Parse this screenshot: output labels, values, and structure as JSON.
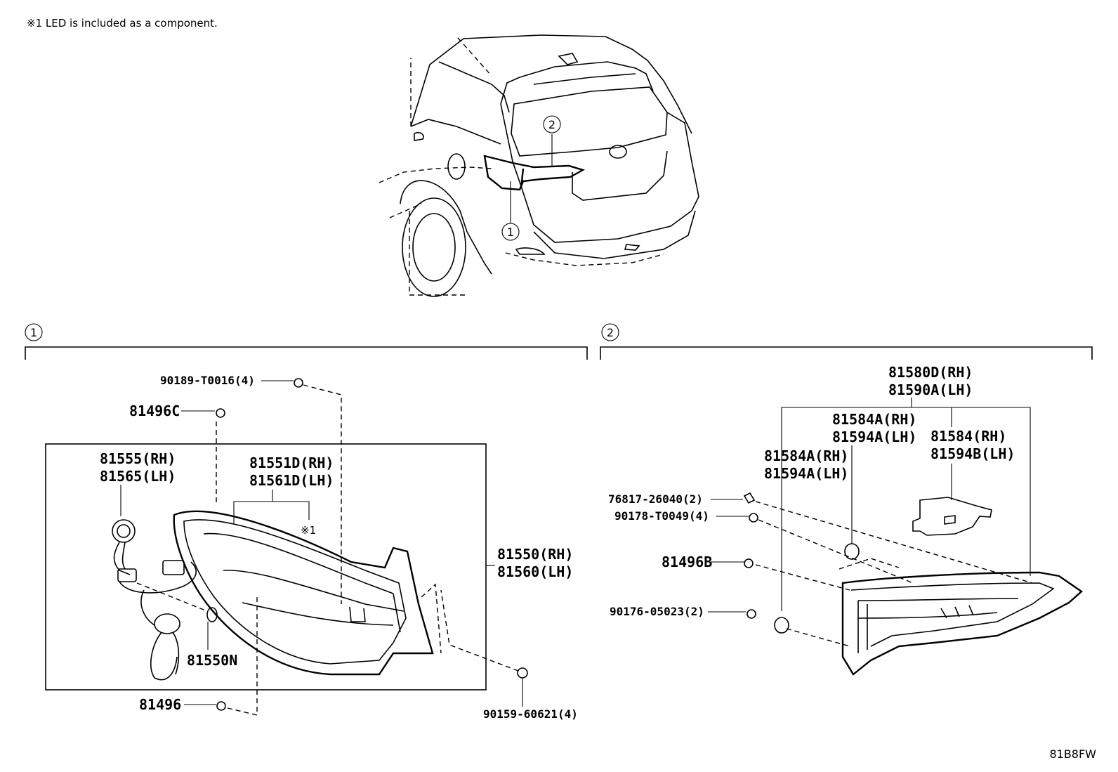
{
  "note": "※1 LED is included as a component.",
  "diagram_code": "81B8FW",
  "callouts": [
    "1",
    "2",
    "1",
    "2"
  ],
  "note_marker": "※1",
  "parts": {
    "p90189": "90189-T0016(4)",
    "p81496c": "81496C",
    "p81555": "81555(RH)",
    "p81565": "81565(LH)",
    "p81551d": "81551D(RH)",
    "p81561d": "81561D(LH)",
    "p81550": "81550(RH)",
    "p81560": "81560(LH)",
    "p81550n": "81550N",
    "p81496": "81496",
    "p90159": "90159-60621(4)",
    "p81580d": "81580D(RH)",
    "p81590a": "81590A(LH)",
    "p81584a_1": "81584A(RH)",
    "p81594a_1": "81594A(LH)",
    "p81584": "81584(RH)",
    "p81594b": "81594B(LH)",
    "p81584a_2": "81584A(RH)",
    "p81594a_2": "81594A(LH)",
    "p76817": "76817-26040(2)",
    "p90178": "90178-T0049(4)",
    "p81496b": "81496B",
    "p90176": "90176-05023(2)"
  }
}
